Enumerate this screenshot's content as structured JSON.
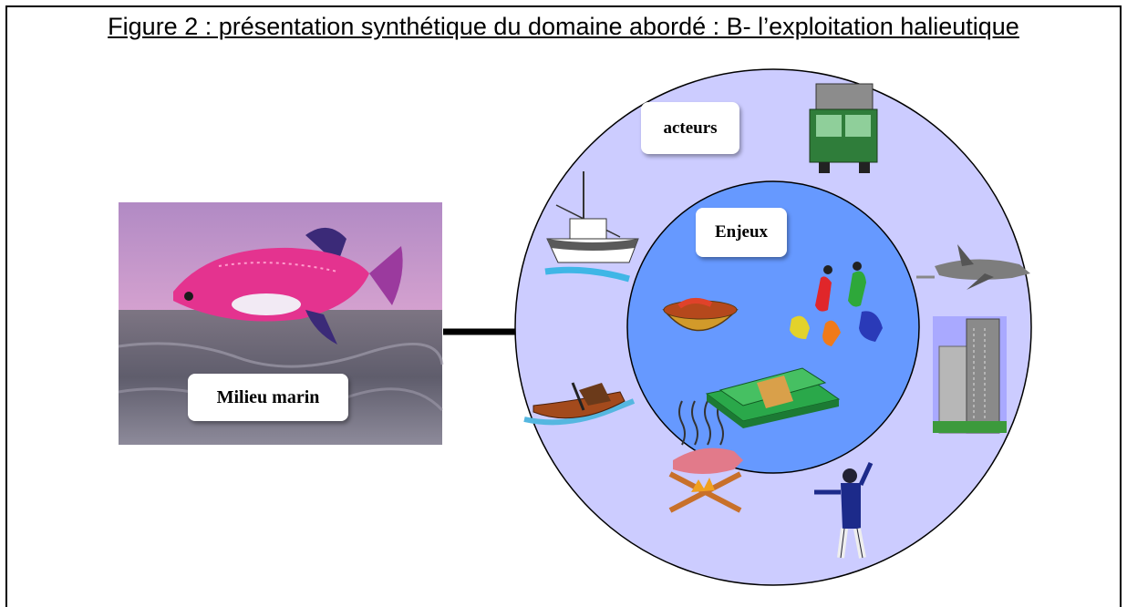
{
  "figure": {
    "caption": "Figure 2 : présentation synthétique du domaine abordé : B- l’exploitation halieutique"
  },
  "nodes": {
    "milieu_label": "Milieu marin",
    "acteurs_label": "acteurs",
    "enjeux_label": "Enjeux"
  },
  "colors": {
    "outer_ring": "#ccccff",
    "inner_circle": "#6699ff",
    "line": "#000000",
    "sky": "#c79ad0",
    "sea": "#6b6a78",
    "fish": "#e4338f"
  },
  "icons": {
    "milieu": "fish-in-sea-image",
    "acteurs": [
      "truck-icon",
      "airplane-icon",
      "buildings-icon",
      "officer-icon",
      "grilled-fish-icon",
      "canoe-icon",
      "trawler-icon"
    ],
    "enjeux": [
      "fish-bowl-icon",
      "people-dispute-icon",
      "money-stack-icon"
    ]
  }
}
